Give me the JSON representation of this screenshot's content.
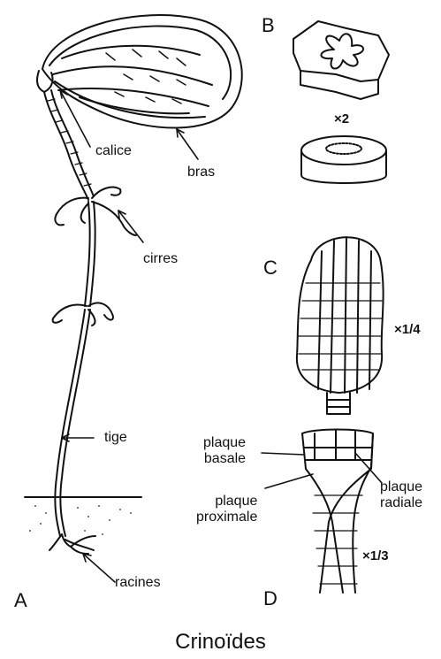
{
  "figure": {
    "title": "Crinoïdes",
    "panels": {
      "a": "A",
      "b": "B",
      "c": "C",
      "d": "D"
    },
    "labels": {
      "calice": "calice",
      "bras": "bras",
      "cirres": "cirres",
      "tige": "tige",
      "racines": "racines",
      "plaque_basale": [
        "plaque",
        "basale"
      ],
      "plaque_proximale": [
        "plaque",
        "proximale"
      ],
      "plaque_radiale": [
        "plaque",
        "radiale"
      ]
    },
    "scales": {
      "b": "×2",
      "c": "×1/4",
      "d": "×1/3"
    }
  }
}
